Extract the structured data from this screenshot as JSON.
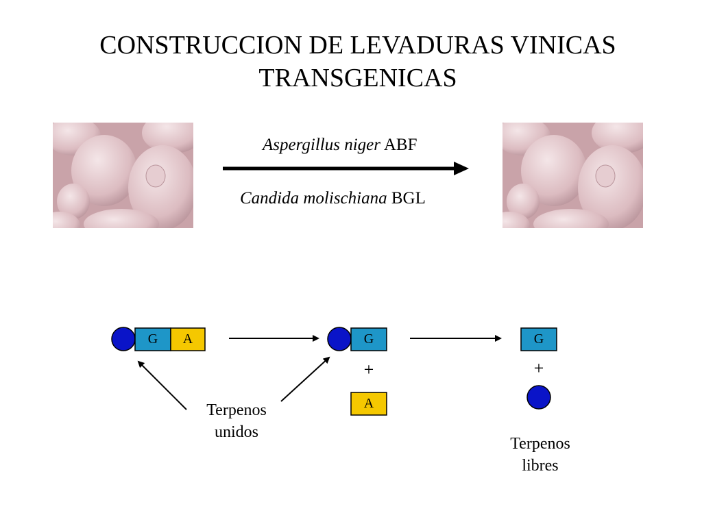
{
  "title": {
    "line1": "CONSTRUCCION DE LEVADURAS VINICAS",
    "line2": "TRANSGENICAS"
  },
  "genes": {
    "top": {
      "species": "Aspergillus niger",
      "enzyme": "ABF"
    },
    "bottom": {
      "species": "Candida molischiana",
      "enzyme": "BGL"
    }
  },
  "blocks": {
    "g_label": "G",
    "a_label": "A",
    "plus": "+"
  },
  "labels": {
    "bound_line1": "Terpenos",
    "bound_line2": "unidos",
    "free_line1": "Terpenos",
    "free_line2": "libres"
  },
  "colors": {
    "circle": "#0a14c8",
    "g_block": "#1e96c8",
    "a_block": "#f5c800",
    "yeast_bg": "#d9b3b8",
    "yeast_cell": "#ecd6d9"
  }
}
